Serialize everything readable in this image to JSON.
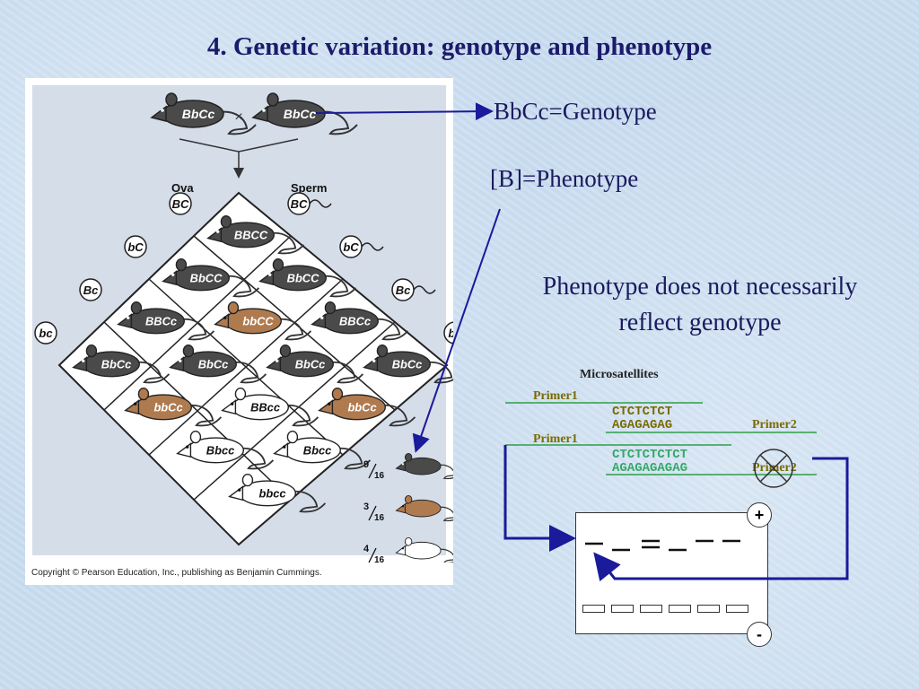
{
  "title": "4. Genetic variation: genotype and phenotype",
  "figure": {
    "parents": [
      "BbCc",
      "BbCc"
    ],
    "cross_symbol": "×",
    "ova_label": "Ova",
    "sperm_label": "Sperm",
    "ova_gametes": [
      "BC",
      "bC",
      "Bc",
      "bc"
    ],
    "sperm_gametes": [
      "BC",
      "bC",
      "Bc",
      "bc"
    ],
    "grid_rows": [
      [
        "BBCC",
        "BbCC",
        "BBCc",
        "BbCc"
      ],
      [
        "BbCC",
        "bbCC",
        "BbCc",
        "bbCc"
      ],
      [
        "BBCc",
        "BbCc",
        "BBcc",
        "Bbcc"
      ],
      [
        "BbCc",
        "bbCc",
        "Bbcc",
        "bbcc"
      ]
    ],
    "ratios": [
      {
        "num": "9",
        "den": "16",
        "coat": "black"
      },
      {
        "num": "3",
        "den": "16",
        "coat": "brown"
      },
      {
        "num": "4",
        "den": "16",
        "coat": "white"
      }
    ],
    "copyright": "Copyright © Pearson Education, Inc., publishing as Benjamin Cummings."
  },
  "genotype_label": "BbCc=Genotype",
  "phenotype_label": "[B]=Phenotype",
  "statement": [
    "Phenotype does not necessarily",
    "reflect genotype"
  ],
  "microsatellites": {
    "title": "Microsatellites",
    "primer1_label": "Primer1",
    "primer2_label": "Primer2",
    "allele1_top": "CTCTCTCT",
    "allele1_bottom": "AGAGAGAG",
    "allele2_top": "CTCTCTCTCT",
    "allele2_bottom": "AGAGAGAGAG"
  },
  "gel": {
    "plus": "+",
    "minus": "-"
  },
  "colors": {
    "title": "#1b1b6b",
    "arrow": "#1a1a9a",
    "mouse_black": "#4a4a4a",
    "mouse_brown": "#b07a4f",
    "mouse_white": "#ffffff",
    "primer_line": "#2e9e4a",
    "primer_text": "#7a6a00",
    "allele_text": "#35a86a"
  }
}
